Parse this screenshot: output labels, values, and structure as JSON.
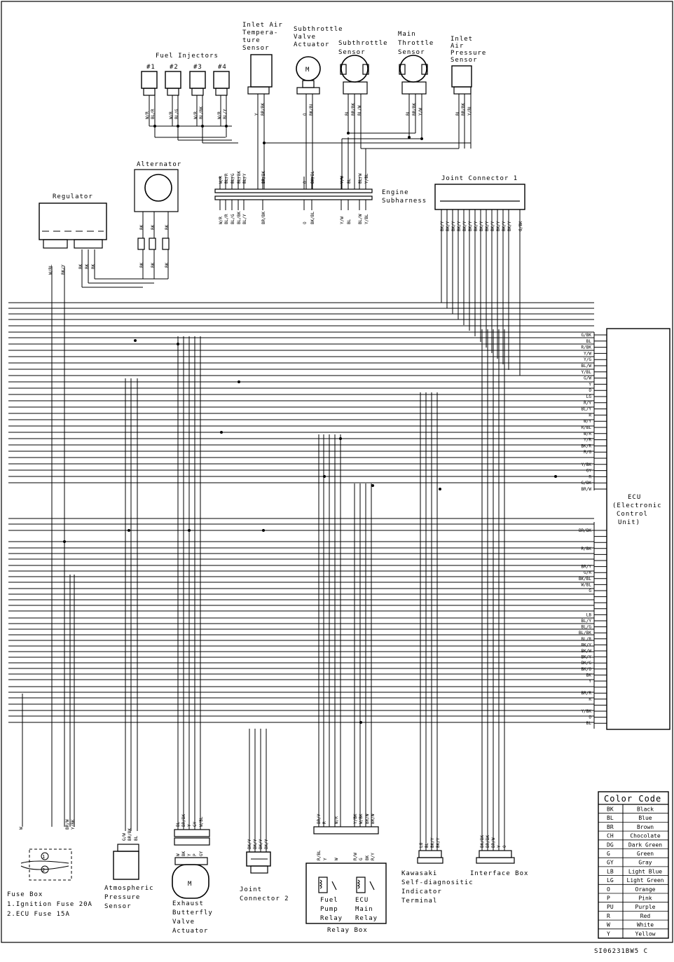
{
  "components": {
    "inlet_air_temp_sensor": [
      "Inlet Air",
      "Tempera-",
      "ture",
      "Sensor"
    ],
    "subthrottle_valve_actuator": [
      "Subthrottle",
      "Valve",
      "Actuator"
    ],
    "subthrottle_sensor": [
      "Subthrottle",
      "Sensor"
    ],
    "main_throttle_sensor": [
      "Main",
      "Throttle",
      "Sensor"
    ],
    "inlet_air_pressure_sensor": [
      "Inlet",
      "Air",
      "Pressure",
      "Sensor"
    ],
    "fuel_injectors": "Fuel Injectors",
    "injector_numbers": [
      "#1",
      "#2",
      "#3",
      "#4"
    ],
    "alternator": "Alternator",
    "regulator": "Regulator",
    "joint_connector_1": "Joint Connector 1",
    "engine_subharness": [
      "Engine",
      "Subharness"
    ],
    "ecu": [
      "ECU",
      "(Electronic",
      "Control",
      "Unit)"
    ],
    "fuse_box": [
      "Fuse Box",
      "1.Ignition Fuse 20A",
      "2.ECU Fuse 15A"
    ],
    "atmospheric_pressure_sensor": [
      "Atmospheric",
      "Pressure",
      "Sensor"
    ],
    "exhaust_butterfly_valve_actuator": [
      "Exhaust",
      "Butterfly",
      "Valve",
      "Actuator"
    ],
    "joint_connector_2": [
      "Joint",
      "Connector 2"
    ],
    "fuel_pump_relay": [
      "Fuel",
      "Pump",
      "Relay"
    ],
    "ecu_main_relay": [
      "ECU",
      "Main",
      "Relay"
    ],
    "relay_box": "Relay Box",
    "self_diag_terminal": [
      "Kawasaki",
      "Self-diagnositic",
      "Indicator",
      "Terminal"
    ],
    "interface_box": "Interface Box",
    "motor_symbol": "M",
    "fuse_numbers": [
      "1",
      "2"
    ]
  },
  "wire_labels": {
    "injectors_top": [
      [
        "W/R",
        "BL/R"
      ],
      [
        "W/R",
        "BL/G"
      ],
      [
        "W/R",
        "BL/BK"
      ],
      [
        "W/R",
        "BL/Y"
      ]
    ],
    "iat_top": [
      "Y",
      "BR/BK"
    ],
    "subthrottle_valve_top": [
      "O",
      "BK/BL"
    ],
    "subthrottle_sensor_top": [
      "BL",
      "BR/BK",
      "BL/W"
    ],
    "main_throttle_top": [
      "BL",
      "BR/BK",
      "Y/W"
    ],
    "iap_top": [
      "BL",
      "BR/BK",
      "Y/BL"
    ],
    "subharness_upper": [
      "W/R",
      "BL/R",
      "BL/G",
      "BL/BK",
      "BL/Y",
      "BR/BK",
      "O",
      "BK/BL",
      "Y/W",
      "BL",
      "BL/W",
      "Y/BL"
    ],
    "subharness_lower": [
      "W/R",
      "BL/R",
      "BL/G",
      "BL/BK",
      "BL/Y",
      "BR/BK",
      "O",
      "BK/BL",
      "Y/W",
      "BL",
      "BL/W",
      "Y/BL"
    ],
    "alternator": [
      "BK",
      "BK",
      "BK"
    ],
    "alternator_lower": [
      "BK",
      "BK",
      "BK"
    ],
    "regulator": [
      "W/BL",
      "BK/Y",
      "BK",
      "BK",
      "BK"
    ],
    "joint_connector_1": [
      "BK/Y",
      "BK/Y",
      "BK/Y",
      "BK/Y",
      "BK/Y",
      "BK/Y",
      "BK/Y",
      "BK/Y",
      "BK/Y",
      "BK/Y",
      "BK/Y",
      "BK/Y",
      "BK/Y",
      "G/BK"
    ],
    "fuse_box": [
      "W",
      "BR/W",
      "Y/BK"
    ],
    "atmospheric": [
      "G/W",
      "BR/BK",
      "BL"
    ],
    "exhaust_upper": [
      "BL",
      "BR/BK",
      "Y",
      "GY",
      "W/BL"
    ],
    "exhaust_lower": [
      "W",
      "BK",
      "Y",
      "P",
      "GY"
    ],
    "joint_connector_2": [
      "BK/Y",
      "BK/Y",
      "BK/Y",
      "BK/Y"
    ],
    "relay_upper": [
      "BR/Y",
      "R",
      "W/R",
      "Y/BK",
      "W/BK",
      "BR/W",
      "BR/W"
    ],
    "relay_lower": [
      "R/BL",
      "Y",
      "W",
      "R/W",
      "G",
      "BK",
      "R/Y"
    ],
    "self_diag": [
      "LG",
      "BL",
      "BK/Y",
      "BK/Y"
    ],
    "interface_box": [
      "BK/BK",
      "BR/BK",
      "BR/W",
      "Y",
      "O"
    ]
  },
  "ecu_pins": {
    "group1": [
      "G/BK",
      "BL",
      "R/BK",
      "Y/W",
      "Y/G",
      "BL/W",
      "Y/BL",
      "G/W",
      "Y",
      "O",
      "LG",
      "R/Y",
      "BL/Y",
      "R",
      "W/Y",
      "R/BL",
      "W/R",
      "Y/R",
      "BK/R",
      "R/G",
      "",
      "Y/BK",
      "GY",
      "R",
      "G/BK",
      "BR/W"
    ],
    "group2": [
      "BR/BK",
      "",
      "",
      "R/BK",
      "",
      "",
      "BR/Y",
      "G/R",
      "BK/BL",
      "W/BL",
      "G",
      "",
      "",
      "",
      "LB",
      "BL/Y",
      "BL/G",
      "BL/BK",
      "BL/R",
      "BK/Y",
      "BK/W",
      "BK/Y",
      "BK/G",
      "BK/O",
      "BK",
      "Y",
      "",
      "BR/R",
      "R",
      "",
      "Y/BK",
      "O",
      "BL"
    ]
  },
  "color_code": {
    "title": "Color Code",
    "entries": [
      [
        "BK",
        "Black"
      ],
      [
        "BL",
        "Blue"
      ],
      [
        "BR",
        "Brown"
      ],
      [
        "CH",
        "Chocolate"
      ],
      [
        "DG",
        "Dark Green"
      ],
      [
        "G",
        "Green"
      ],
      [
        "GY",
        "Gray"
      ],
      [
        "LB",
        "Light Blue"
      ],
      [
        "LG",
        "Light Green"
      ],
      [
        "O",
        "Orange"
      ],
      [
        "P",
        "Pink"
      ],
      [
        "PU",
        "Purple"
      ],
      [
        "R",
        "Red"
      ],
      [
        "W",
        "White"
      ],
      [
        "Y",
        "Yellow"
      ]
    ]
  },
  "drawing_id": "SI06231BW5 C"
}
